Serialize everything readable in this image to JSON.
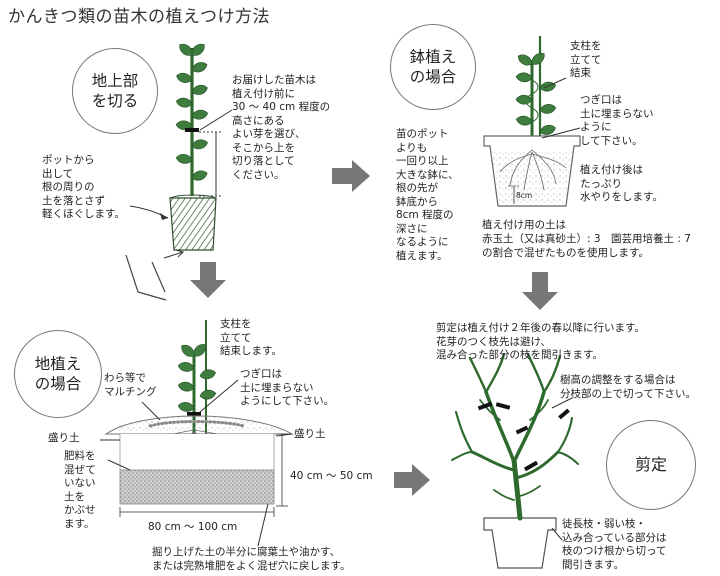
{
  "title": "かんきつ類の苗木の植えつけ方法",
  "cutting": {
    "circle": "地上部\nを切る",
    "note": "お届けした苗木は\n植え付け前に\n30 ～ 40 cm 程度の\n高さにある\nよい芽を選び、\nそこから上を\n切り落として\nください。",
    "root_note": "ポットから\n出して\n根の周りの\n土を落とさず\n軽くほぐします。"
  },
  "pot": {
    "circle": "鉢植え\nの場合",
    "pot_size_note": "苗のポット\nよりも\n一回り以上\n大きな鉢に、\n根の先が\n鉢底から\n8cm 程度の\n深さに\nなるように\n植えます。",
    "support": "支柱を\n立てて\n結束",
    "graft": "つぎ口は\n土に埋まらない\nように\nして下さい。",
    "water": "植え付け後は\nたっぷり\n水やりをします。",
    "depth_label": "8cm",
    "soil_title": "植え付け用の土は",
    "soil_mix": "赤玉土（又は真砂土）: 3　園芸用培養土 : 7",
    "soil_mix2": "の割合で混ぜたものを使用します。"
  },
  "ground": {
    "circle": "地植え\nの場合",
    "support": "支柱を\n立てて\n結束します。",
    "mulch": "わら等で\nマルチング",
    "graft": "つぎ口は\n土に埋まらない\nようにして下さい。",
    "mound_left": "盛り土",
    "mound_right": "盛り土",
    "fertilizer": "肥料を\n混ぜて\nいない\n土を\nかぶせ\nます。",
    "depth": "40 cm ～ 50 cm",
    "width": "80 cm ～ 100 cm",
    "backfill": "掘り上げた土の半分に腐葉土や油かす、\nまたは完熟堆肥をよく混ぜ穴に戻します。"
  },
  "prune": {
    "circle": "剪定",
    "timing": "剪定は植え付け２年後の春以降に行います。\n花芽のつく枝先は避け、\n混み合った部分の枝を間引きます。",
    "height": "樹高の調整をする場合は\n分枝部の上で切って下さい。",
    "thin": "徒長枝・弱い枝・\n込み合っている部分は\n枝のつけ根から切って\n間引きます。"
  }
}
